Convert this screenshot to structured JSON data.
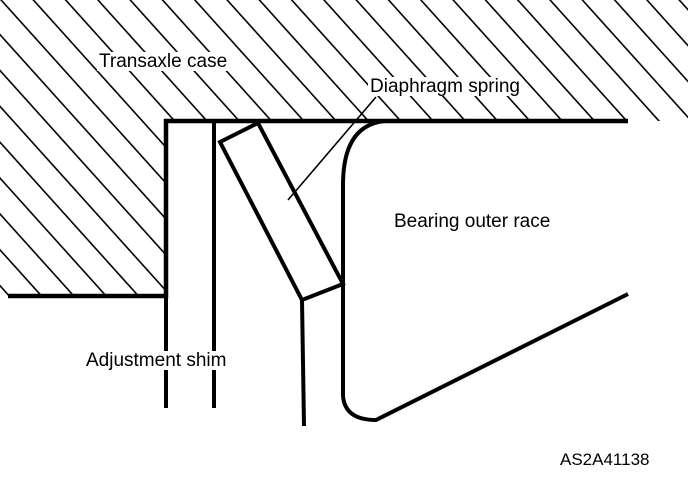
{
  "labels": {
    "transaxle_case": "Transaxle case",
    "diaphragm_spring": "Diaphragm spring",
    "bearing_outer_race": "Bearing outer race",
    "adjustment_shim": "Adjustment shim",
    "figure_code": "AS2A41138"
  },
  "colors": {
    "ink": "#000000",
    "paper": "#ffffff"
  }
}
